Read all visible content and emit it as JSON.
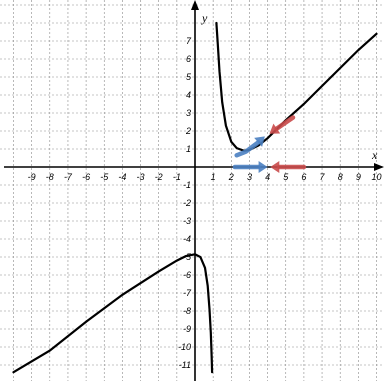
{
  "chart_data": {
    "type": "line",
    "xlabel": "x",
    "ylabel": "y",
    "xlim": [
      -10,
      10
    ],
    "ylim": [
      -11,
      8
    ],
    "x_ticks": [
      -9,
      -8,
      -7,
      -6,
      -5,
      -4,
      -3,
      -2,
      -1,
      1,
      2,
      3,
      4,
      5,
      6,
      7,
      8,
      9,
      10
    ],
    "y_ticks": [
      7,
      6,
      5,
      4,
      3,
      2,
      1,
      -1,
      -2,
      -3,
      -4,
      -5,
      -6,
      -7,
      -8,
      -9,
      -10,
      -11
    ],
    "grid": true,
    "vertical_asymptote": 1,
    "series": [
      {
        "points": [
          [
            1.18,
            8
          ],
          [
            1.25,
            6.9
          ],
          [
            1.35,
            5.3
          ],
          [
            1.5,
            3.6
          ],
          [
            1.7,
            2.3
          ],
          [
            2.0,
            1.4
          ],
          [
            2.3,
            1.05
          ],
          [
            2.7,
            0.9
          ],
          [
            3.0,
            0.95
          ],
          [
            3.5,
            1.2
          ],
          [
            4.0,
            1.6
          ],
          [
            5.0,
            2.6
          ],
          [
            6.0,
            3.5
          ],
          [
            7.0,
            4.5
          ],
          [
            8.0,
            5.5
          ],
          [
            9.0,
            6.5
          ],
          [
            10.0,
            7.4
          ]
        ]
      },
      {
        "points": [
          [
            -10,
            -11.4
          ],
          [
            -8,
            -10.2
          ],
          [
            -6,
            -8.6
          ],
          [
            -4,
            -7.1
          ],
          [
            -2,
            -5.8
          ],
          [
            -1,
            -5.2
          ],
          [
            -0.5,
            -4.95
          ],
          [
            0,
            -4.85
          ],
          [
            0.3,
            -5.0
          ],
          [
            0.55,
            -5.6
          ],
          [
            0.7,
            -6.6
          ],
          [
            0.8,
            -7.9
          ],
          [
            0.87,
            -9.2
          ],
          [
            0.92,
            -10.6
          ],
          [
            0.94,
            -11.4
          ]
        ]
      }
    ],
    "annotations": [
      {
        "kind": "arrow",
        "color": "#4a7fc1",
        "path": [
          [
            2.3,
            0.65
          ],
          [
            2.8,
            0.85
          ],
          [
            3.4,
            1.3
          ],
          [
            3.85,
            1.7
          ]
        ]
      },
      {
        "kind": "arrow",
        "color": "#4a7fc1",
        "path": [
          [
            2.2,
            0
          ],
          [
            4.0,
            0
          ]
        ]
      },
      {
        "kind": "arrow",
        "color": "#c94a4a",
        "path": [
          [
            5.4,
            2.75
          ],
          [
            4.1,
            1.85
          ]
        ]
      },
      {
        "kind": "arrow",
        "color": "#c94a4a",
        "path": [
          [
            6.0,
            0
          ],
          [
            4.15,
            0
          ]
        ]
      }
    ]
  }
}
